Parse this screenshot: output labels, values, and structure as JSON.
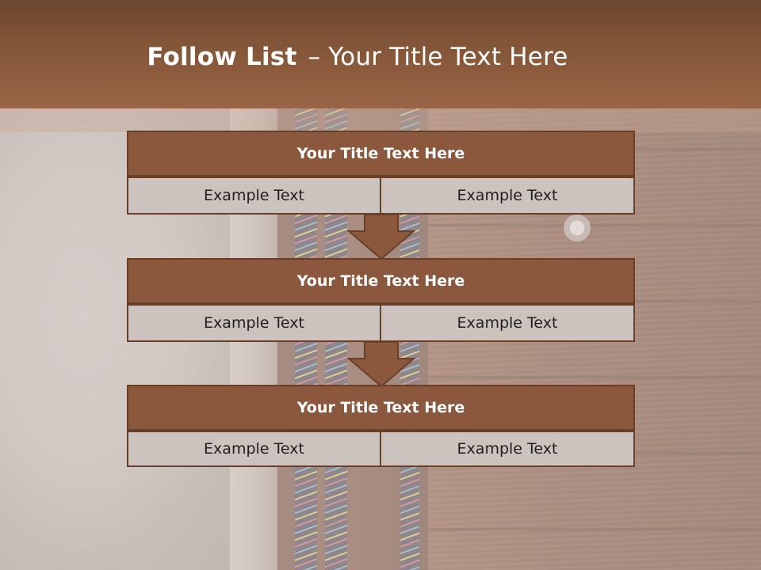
{
  "header": {
    "title_bold": "Follow List",
    "title_dash": "–",
    "title_rest": "Your Title Text Here"
  },
  "blocks": [
    {
      "title": "Your Title Text Here",
      "left_text": "Example Text",
      "right_text": "Example Text"
    },
    {
      "title": "Your Title Text Here",
      "left_text": "Example Text",
      "right_text": "Example Text"
    },
    {
      "title": "Your Title Text Here",
      "left_text": "Example Text",
      "right_text": "Example Text"
    }
  ],
  "colors": {
    "header": "#845638",
    "block_title_bg": "#8b583e",
    "cell_bg": "#ccc3bf",
    "border": "#6a3f2a"
  }
}
